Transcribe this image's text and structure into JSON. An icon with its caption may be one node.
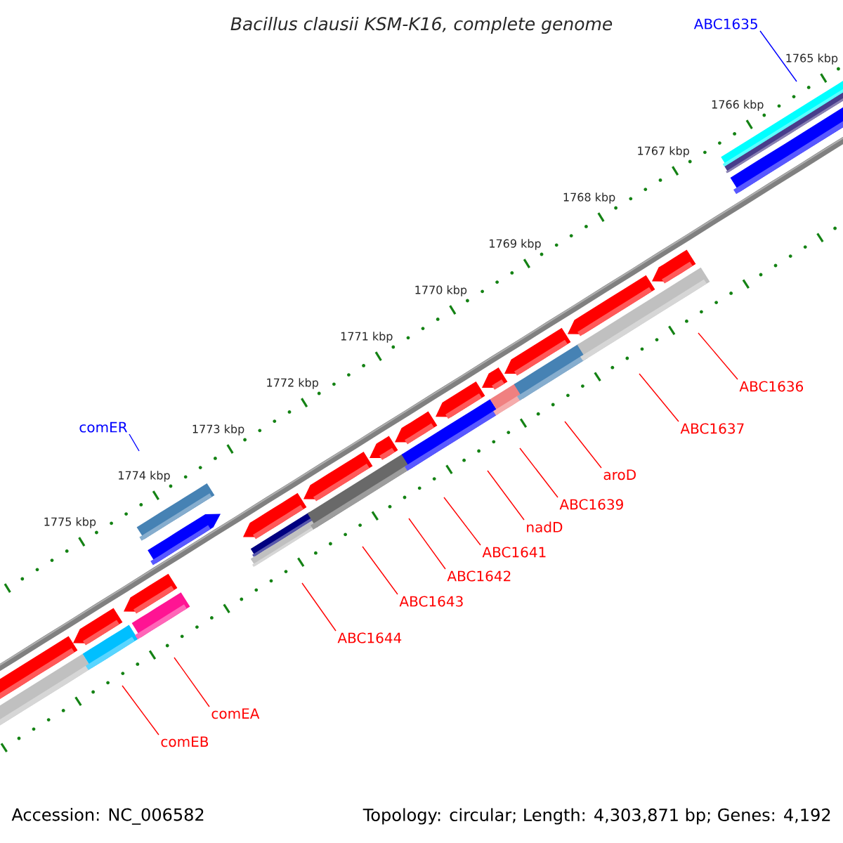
{
  "diagram": {
    "title": "Bacillus clausii KSM-K16, complete genome",
    "nodes": [
      {
        "text": [
          "ABC1635"
        ]
      },
      {
        "text": [
          "comER"
        ]
      },
      {
        "text": [
          "ABC1636"
        ]
      },
      {
        "text": [
          "ABC1637"
        ]
      },
      {
        "text": [
          "aroD"
        ]
      },
      {
        "text": [
          "ABC1639"
        ]
      },
      {
        "text": [
          "nadD"
        ]
      },
      {
        "text": [
          "ABC1641"
        ]
      },
      {
        "text": [
          "ABC1642"
        ]
      },
      {
        "text": [
          "ABC1643"
        ]
      },
      {
        "text": [
          "ABC1644"
        ]
      },
      {
        "text": [
          "comEA"
        ]
      },
      {
        "text": [
          "comEB"
        ]
      }
    ],
    "edges": [
      {
        "from": 0,
        "to": null,
        "arrow": "none",
        "color": "#0000ff"
      },
      {
        "from": 1,
        "to": null,
        "arrow": "none",
        "color": "#0000ff"
      },
      {
        "from": 2,
        "to": null,
        "arrow": "none"
      },
      {
        "from": 3,
        "to": null,
        "arrow": "none"
      },
      {
        "from": 4,
        "to": null,
        "arrow": "none"
      },
      {
        "from": 5,
        "to": null,
        "arrow": "none"
      },
      {
        "from": 6,
        "to": null,
        "arrow": "none"
      },
      {
        "from": 7,
        "to": null,
        "arrow": "none"
      },
      {
        "from": 8,
        "to": null,
        "arrow": "none"
      },
      {
        "from": 9,
        "to": null,
        "arrow": "none"
      },
      {
        "from": 10,
        "to": null,
        "arrow": "none"
      },
      {
        "from": 11,
        "to": null,
        "arrow": "none"
      },
      {
        "from": 12,
        "to": null,
        "arrow": "none"
      }
    ],
    "labels": [
      "1765 kbp",
      "1766 kbp",
      "1767 kbp",
      "1768 kbp",
      "1769 kbp",
      "1770 kbp",
      "1771 kbp",
      "1772 kbp",
      "1773 kbp",
      "1774 kbp",
      "1775 kbp",
      "Accession: NC_006582",
      "Topology: circular; Length: 4,303,871 bp; Genes: 4,192"
    ]
  }
}
